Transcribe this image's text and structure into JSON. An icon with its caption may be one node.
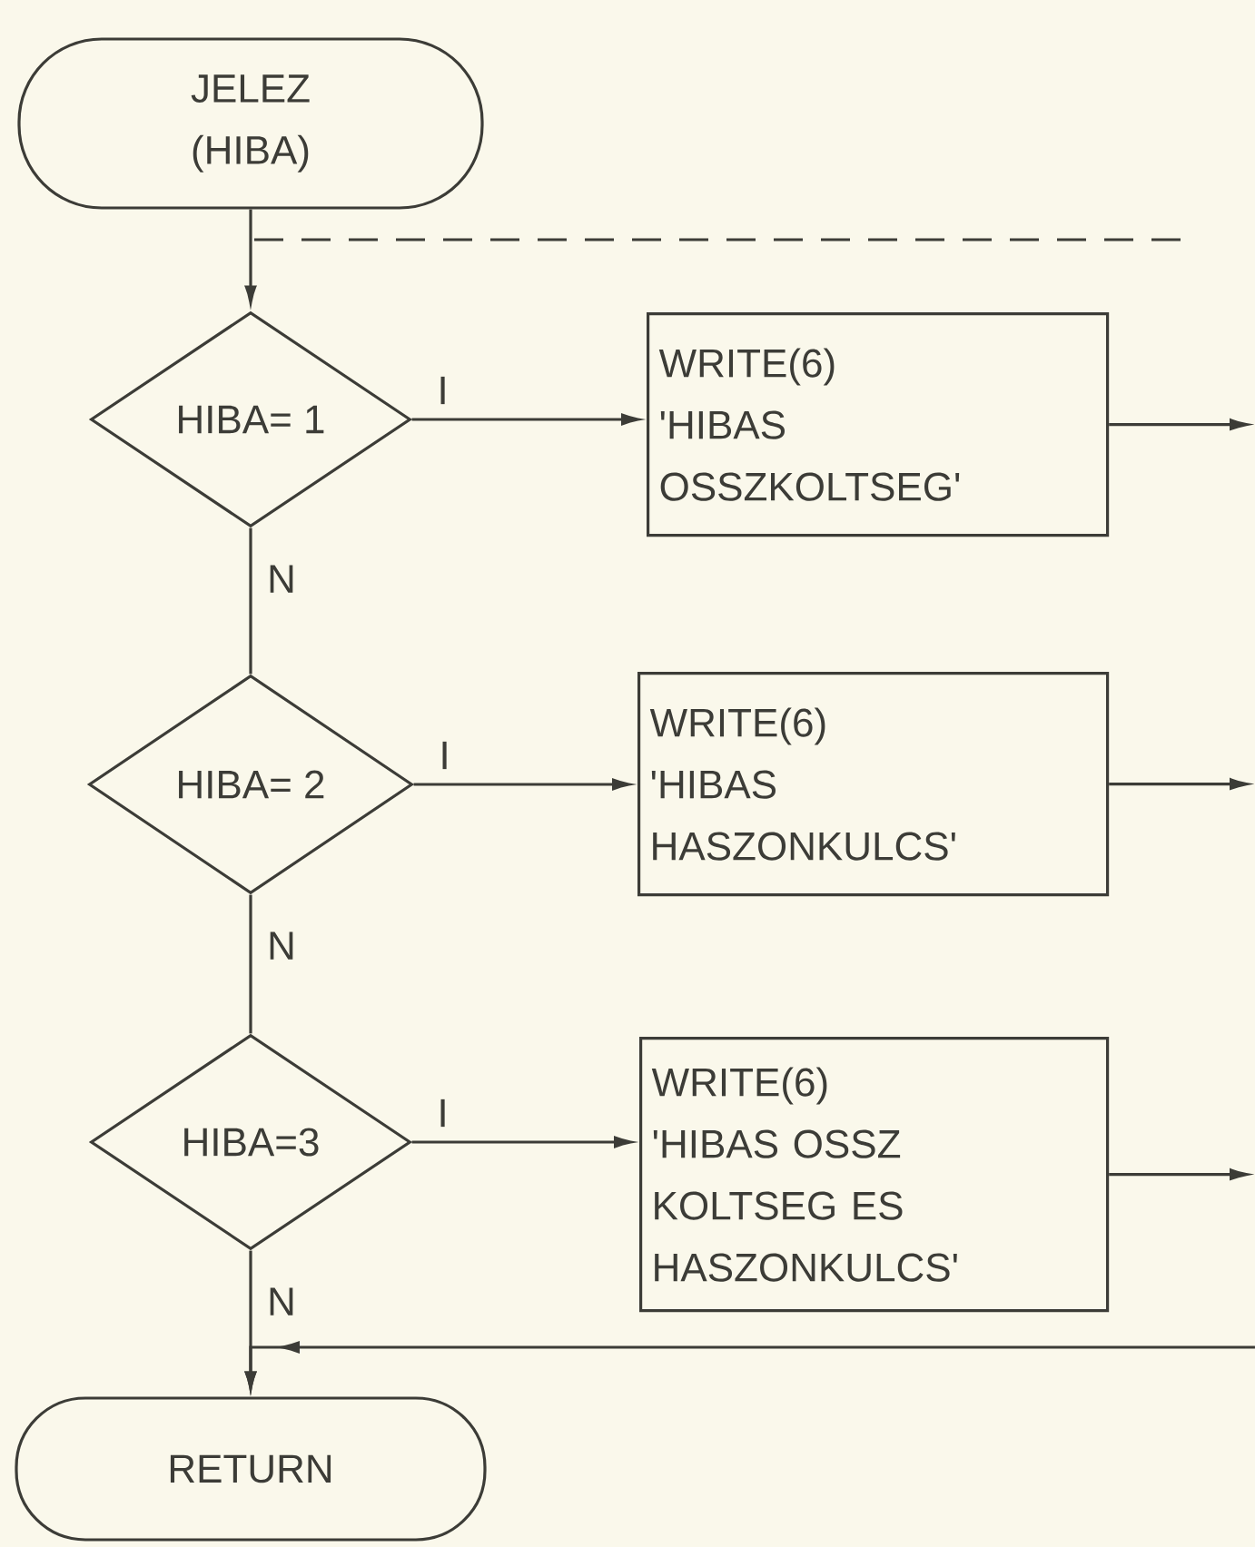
{
  "diagram": {
    "nodes": [
      {
        "text": [
          "JELEZ (HIBA)"
        ]
      },
      {
        "text": [
          "HIBA= 1"
        ]
      },
      {
        "text": [
          "WRITE(6)",
          "'HIBAS OSSZKOLTSEG'"
        ]
      },
      {
        "text": [
          "HIBA= 2"
        ]
      },
      {
        "text": [
          "WRITE(6)",
          "'HIBAS HASZONKULCS'"
        ]
      },
      {
        "text": [
          "HIBA=3"
        ]
      },
      {
        "text": [
          "WRITE(6)",
          "'HIBAS OSSZ KOLTSEG ES HASZONKULCS'"
        ]
      },
      {
        "text": [
          "RETURN"
        ]
      }
    ],
    "edges": [
      {
        "from": 0,
        "to": 1,
        "arrow": "to"
      },
      {
        "from": 1,
        "to": 2,
        "arrow": "to",
        "label": "I"
      },
      {
        "from": 2,
        "to": null,
        "arrow": "to"
      },
      {
        "from": 1,
        "to": 3,
        "arrow": "none",
        "label": "N"
      },
      {
        "from": 3,
        "to": 4,
        "arrow": "to",
        "label": "I"
      },
      {
        "from": 4,
        "to": null,
        "arrow": "to"
      },
      {
        "from": 3,
        "to": 5,
        "arrow": "none",
        "label": "N"
      },
      {
        "from": 5,
        "to": 6,
        "arrow": "to",
        "label": "I"
      },
      {
        "from": 6,
        "to": null,
        "arrow": "to"
      },
      {
        "from": 5,
        "to": 7,
        "arrow": "to",
        "label": "N"
      },
      {
        "from": null,
        "to": 7,
        "arrow": "to"
      }
    ]
  }
}
